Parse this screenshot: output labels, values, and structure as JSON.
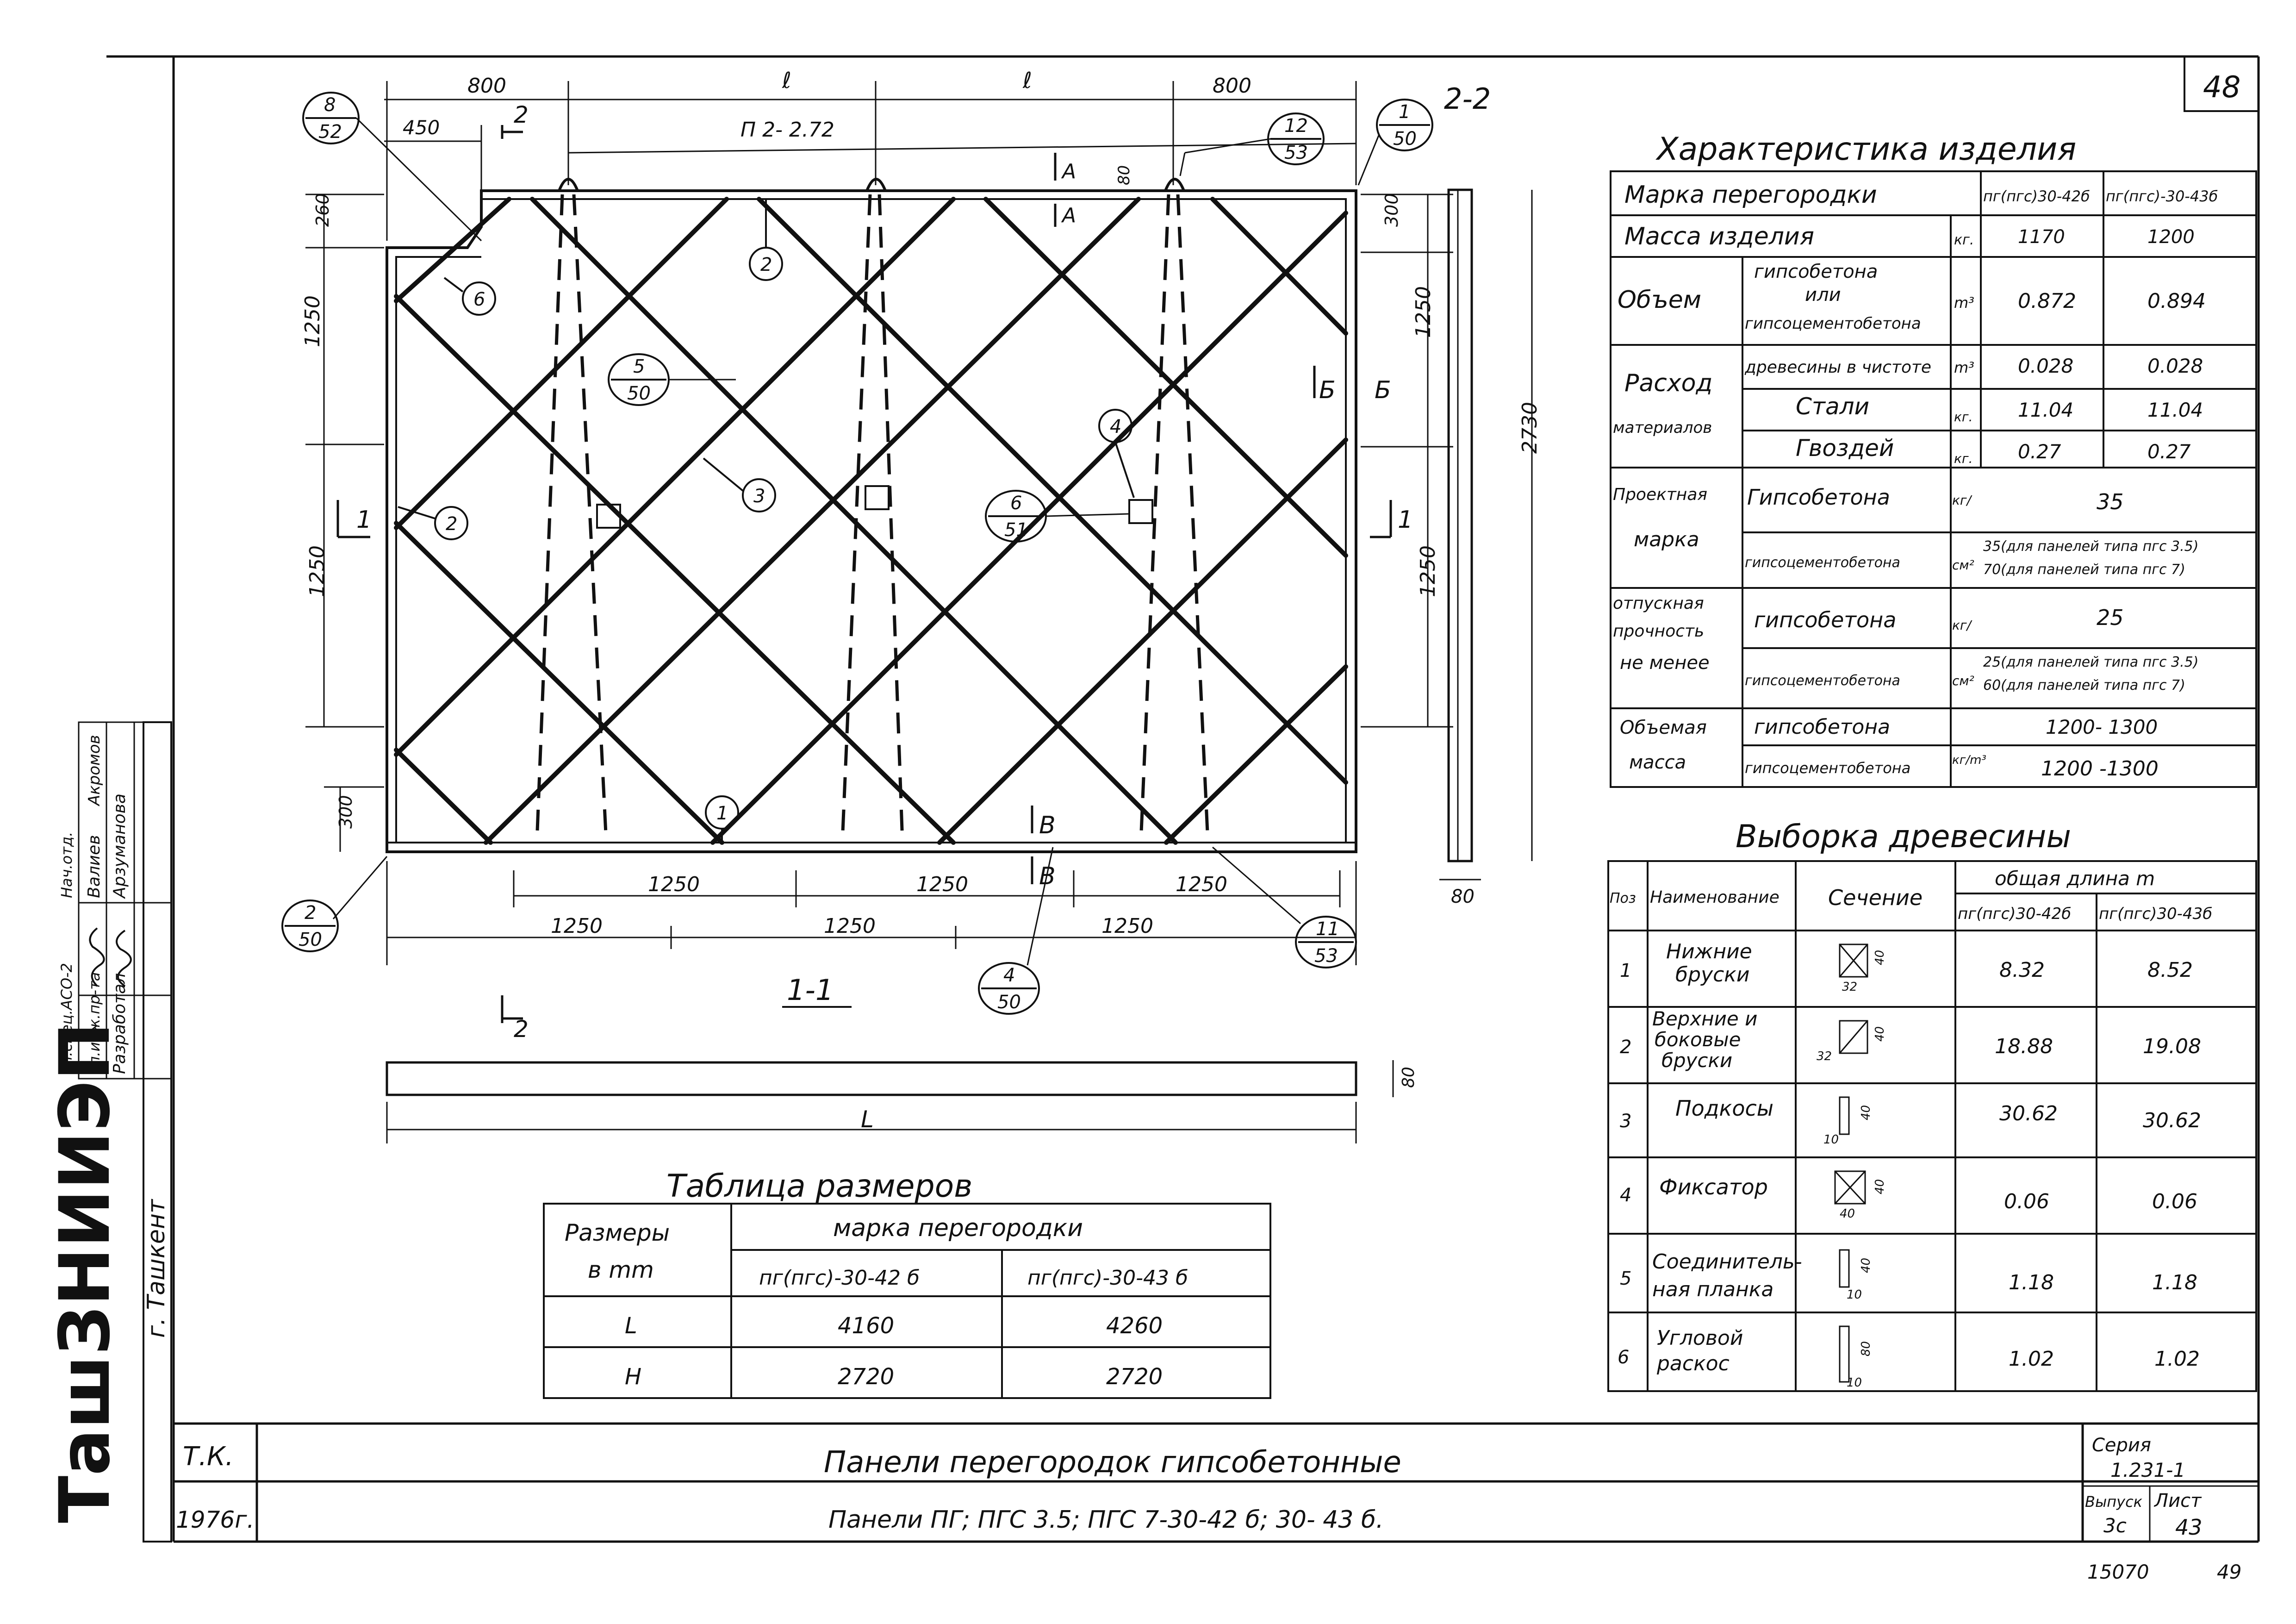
{
  "sheet_number": "48",
  "section_label": "2-2",
  "view_label": "1-1",
  "cut_marks": {
    "top": "2",
    "bottom": "2",
    "side": "1",
    "a": "А",
    "b": "Б",
    "v": "В"
  },
  "top_dims": [
    "800",
    "ℓ",
    "ℓ",
    "800"
  ],
  "dim_450": "450",
  "panel_mark": "П 2- 2.72",
  "dim_80_top": "80",
  "left_dims": [
    "260",
    "1250",
    "1250",
    "300"
  ],
  "right_dims": [
    "300",
    "1250",
    "1250",
    "2730",
    "80"
  ],
  "bottom_dims_row1": [
    "1250",
    "1250",
    "1250"
  ],
  "bottom_dims_row2": [
    "1250",
    "1250",
    "1250"
  ],
  "callouts": {
    "c8_52": [
      "8",
      "52"
    ],
    "c12_53": [
      "12",
      "53"
    ],
    "c1_50": [
      "1",
      "50"
    ],
    "c5_50": [
      "5",
      "50"
    ],
    "c6_51": [
      "6",
      "51"
    ],
    "c2_50": [
      "2",
      "50"
    ],
    "c4_50": [
      "4",
      "50"
    ],
    "c11_53": [
      "11",
      "53"
    ]
  },
  "positions": [
    "1",
    "2",
    "2",
    "3",
    "4",
    "6"
  ],
  "strip_labels": {
    "length": "L",
    "height": "80"
  },
  "size_table": {
    "title": "Таблица размеров",
    "h_sizes": "Размеры",
    "h_units": "в mm",
    "h_mark": "марка перегородки",
    "col1": "пг(пгс)-30-42 б",
    "col2": "пг(пгс)-30-43 б",
    "rows": [
      [
        "L",
        "4160",
        "4260"
      ],
      [
        "H",
        "2720",
        "2720"
      ]
    ]
  },
  "characteristics": {
    "title": "Характеристика изделия",
    "mark_label": "Марка перегородки",
    "col1": "пг(пгс)30-42б",
    "col2": "пг(пгс)-30-43б",
    "mass_label": "Масса изделия",
    "mass_unit": "кг.",
    "mass": [
      "1170",
      "1200"
    ],
    "volume_label": "Объем",
    "volume_desc": [
      "гипсобетона",
      "или",
      "гипсоцементобетона"
    ],
    "volume_unit": "m³",
    "volume": [
      "0.872",
      "0.894"
    ],
    "consumption_label": [
      "Расход",
      "материалов"
    ],
    "wood_label": "древесины в чистоте",
    "wood_unit": "m³",
    "wood": [
      "0.028",
      "0.028"
    ],
    "steel_label": "Стали",
    "steel_unit": "кг.",
    "steel": [
      "11.04",
      "11.04"
    ],
    "nails_label": "Гвоздей",
    "nails_unit": "кг.",
    "nails": [
      "0.27",
      "0.27"
    ],
    "design_grade_label": [
      "Проектная",
      "марка"
    ],
    "gypsum_label": "Гипсобетона",
    "gypsum_unit": "кг/",
    "grade_value": "35",
    "gypsum_cement_label": "гипсоцементобетона",
    "gc_unit": "см²",
    "grade_gc": [
      "35(для панелей типа пгс 3.5)",
      "70(для панелей типа пгс 7)"
    ],
    "release_label": [
      "отпускная",
      "прочность",
      "не менее"
    ],
    "release_gypsum_label": "гипсобетона",
    "release_value": "25",
    "release_gc": [
      "25(для панелей типа пгс 3.5)",
      "60(для панелей типа пгс 7)"
    ],
    "bulk_label": [
      "Объемая",
      "масса"
    ],
    "bulk_gypsum_label": "гипсобетона",
    "bulk_gc_label": "гипсоцементобетона",
    "bulk_unit": "кг/m³",
    "bulk": [
      "1200- 1300",
      "1200 -1300"
    ]
  },
  "wood_table": {
    "title": "Выборка древесины",
    "h_pos": "Поз",
    "h_name": "Наименование",
    "h_section": "Сечение",
    "h_total": "общая длина m",
    "col1": "пг(пгс)30-42б",
    "col2": "пг(пгс)30-43б",
    "rows": [
      {
        "pos": "1",
        "name": [
          "Нижние",
          "бруски"
        ],
        "dims": [
          "32",
          "40"
        ],
        "v1": "8.32",
        "v2": "8.52"
      },
      {
        "pos": "2",
        "name": [
          "Верхние и",
          "боковые",
          "бруски"
        ],
        "dims": [
          "32",
          "40"
        ],
        "v1": "18.88",
        "v2": "19.08"
      },
      {
        "pos": "3",
        "name": [
          "Подкосы"
        ],
        "dims": [
          "10",
          "40"
        ],
        "v1": "30.62",
        "v2": "30.62"
      },
      {
        "pos": "4",
        "name": [
          "Фиксатор"
        ],
        "dims": [
          "40",
          "40"
        ],
        "v1": "0.06",
        "v2": "0.06"
      },
      {
        "pos": "5",
        "name": [
          "Соединитель-",
          "ная планка"
        ],
        "dims": [
          "10",
          "40"
        ],
        "v1": "1.18",
        "v2": "1.18"
      },
      {
        "pos": "6",
        "name": [
          "Угловой",
          "раскос"
        ],
        "dims": [
          "10",
          "80"
        ],
        "v1": "1.02",
        "v2": "1.02"
      }
    ]
  },
  "title_block": {
    "code": "Т.К.",
    "year": "1976г.",
    "title": "Панели перегородок гипсобетонные",
    "subtitle": "Панели ПГ; ПГС 3.5; ПГС 7-30-42 б; 30- 43 б.",
    "series_label": "Серия",
    "series": "1.231-1",
    "issue_label": "Выпуск",
    "issue": "3с",
    "sheet_label": "Лист",
    "sheet": "43",
    "archive_no": "15070",
    "page_no": "49"
  },
  "stamp": {
    "org": "ТашЗНИИЭП",
    "city": "г. Ташкент",
    "roles": [
      "Разработал",
      "Гл.инж.пр-та",
      "Гл.спец.АСО-2",
      "Нач.отд."
    ],
    "names": [
      "Арзуманова",
      "Валиев",
      "Акромов",
      ""
    ]
  }
}
